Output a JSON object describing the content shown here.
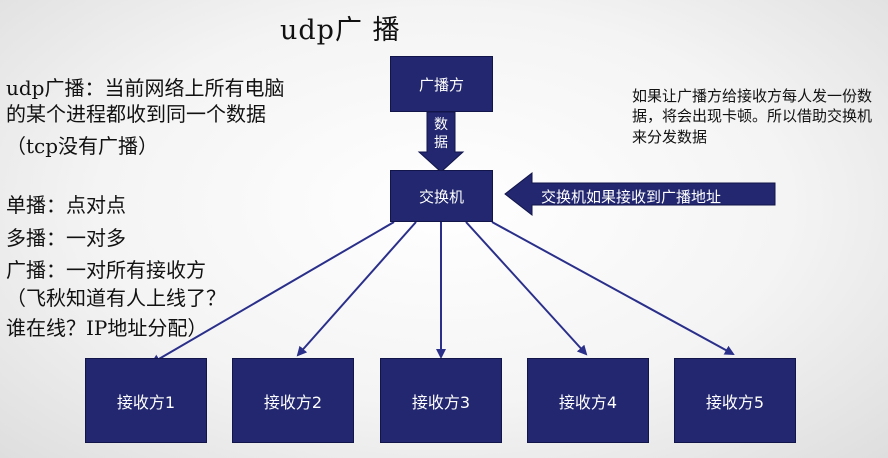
{
  "title": "udp广  播",
  "left_text": {
    "definition_l1": "udp广播：当前网络上所有电脑",
    "definition_l2": "的某个进程都收到同一个数据",
    "definition_l3": "（tcp没有广播）",
    "unicast": "单播：点对点",
    "multicast": "多播：一对多",
    "broadcast": "广播：一对所有接收方",
    "example_l1": "（飞秋知道有人上线了？",
    "example_l2": "谁在线？IP地址分配）"
  },
  "sender_label": "广播方",
  "data_arrow_label": "数据",
  "switch_label": "交换机",
  "switch_annotation": "交换机如果接收到广播地址",
  "note": "如果让广播方给接收方每人发一份数据，将会出现卡顿。所以借助交换机来分发数据",
  "receivers": [
    "接收方1",
    "接收方2",
    "接收方3",
    "接收方4",
    "接收方5"
  ],
  "colors": {
    "box_fill": "#22276f",
    "arrow": "#2a2f8a"
  }
}
